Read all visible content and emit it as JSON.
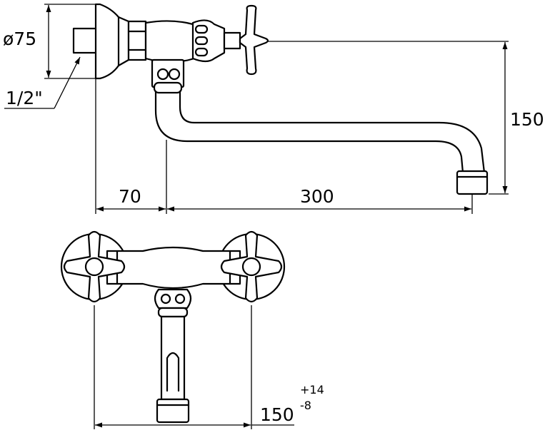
{
  "dimensions": {
    "diameter": "ø75",
    "thread": "1/2\"",
    "spout_height": "150",
    "offset": "70",
    "spout_reach": "300",
    "centers": "150",
    "tol_plus": "+14",
    "tol_minus": "-8"
  }
}
